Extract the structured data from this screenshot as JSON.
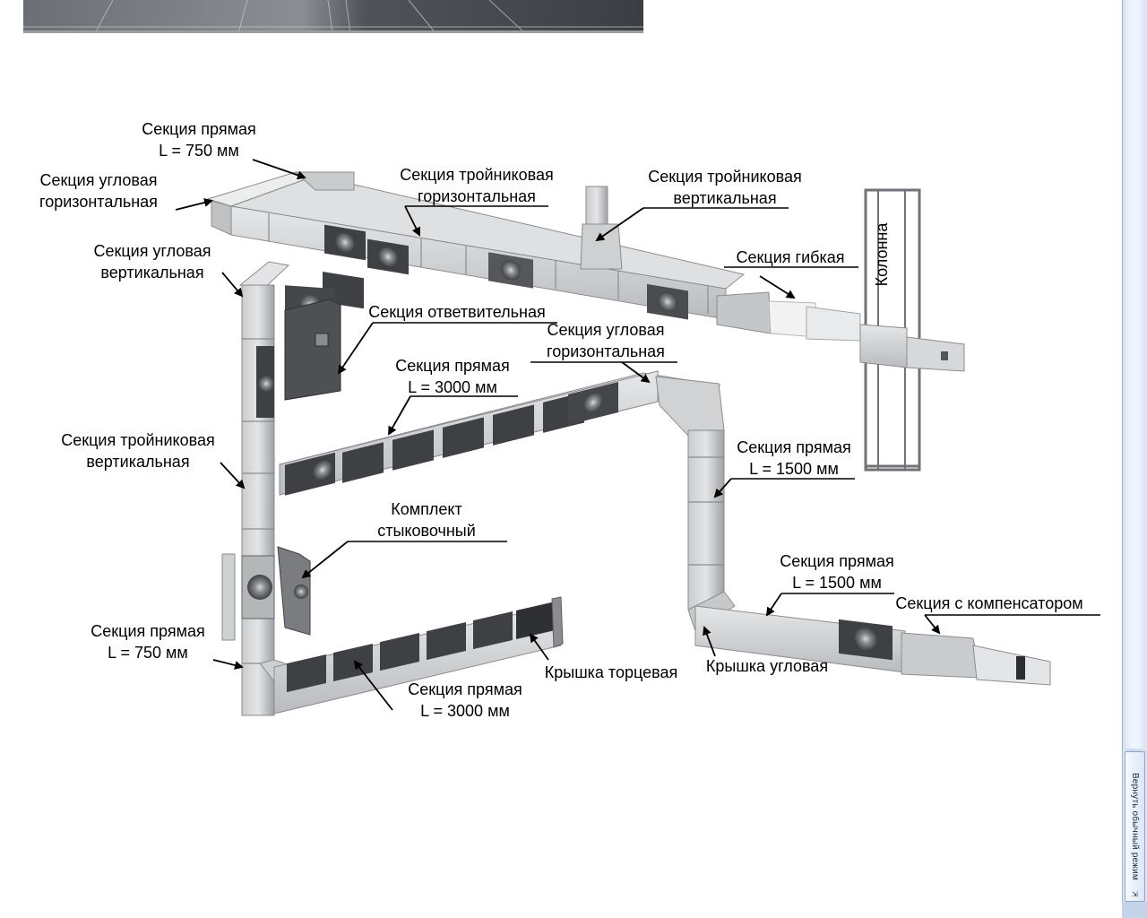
{
  "labels": {
    "straight_750_top_l1": "Секция прямая",
    "straight_750_top_l2": "L = 750 мм",
    "corner_horiz_left_l1": "Секция угловая",
    "corner_horiz_left_l2": "горизонтальная",
    "tee_horiz_l1": "Секция тройниковая",
    "tee_horiz_l2": "горизонтальная",
    "tee_vert_top_l1": "Секция тройниковая",
    "tee_vert_top_l2": "вертикальная",
    "corner_vert_l1": "Секция угловая",
    "corner_vert_l2": "вертикальная",
    "flexible": "Секция гибкая",
    "column": "Колонна",
    "tapoff": "Секция ответвительная",
    "corner_horiz_mid_l1": "Секция угловая",
    "corner_horiz_mid_l2": "горизонтальная",
    "straight_3000_mid_l1": "Секция прямая",
    "straight_3000_mid_l2": "L = 3000 мм",
    "tee_vert_left_l1": "Секция тройниковая",
    "tee_vert_left_l2": "вертикальная",
    "straight_1500_upper_l1": "Секция прямая",
    "straight_1500_upper_l2": "L = 1500 мм",
    "joint_kit_l1": "Комплект",
    "joint_kit_l2": "стыковочный",
    "straight_1500_lower_l1": "Секция прямая",
    "straight_1500_lower_l2": "L = 1500 мм",
    "compensator": "Секция с компенсатором",
    "straight_750_bottom_l1": "Секция прямая",
    "straight_750_bottom_l2": "L = 750 мм",
    "end_cap": "Крышка торцевая",
    "corner_cap": "Крышка угловая",
    "straight_3000_bottom_l1": "Секция прямая",
    "straight_3000_bottom_l2": "L = 3000 мм"
  },
  "sidebar": {
    "return_button": "Вернуть обычный режим"
  },
  "colors": {
    "busway_light": "#d2d4d6",
    "busway_mid": "#a9abae",
    "busway_dark": "#5e6064",
    "panel_dark": "#3e4044",
    "ribbon_blue": "#c6d6ee"
  }
}
